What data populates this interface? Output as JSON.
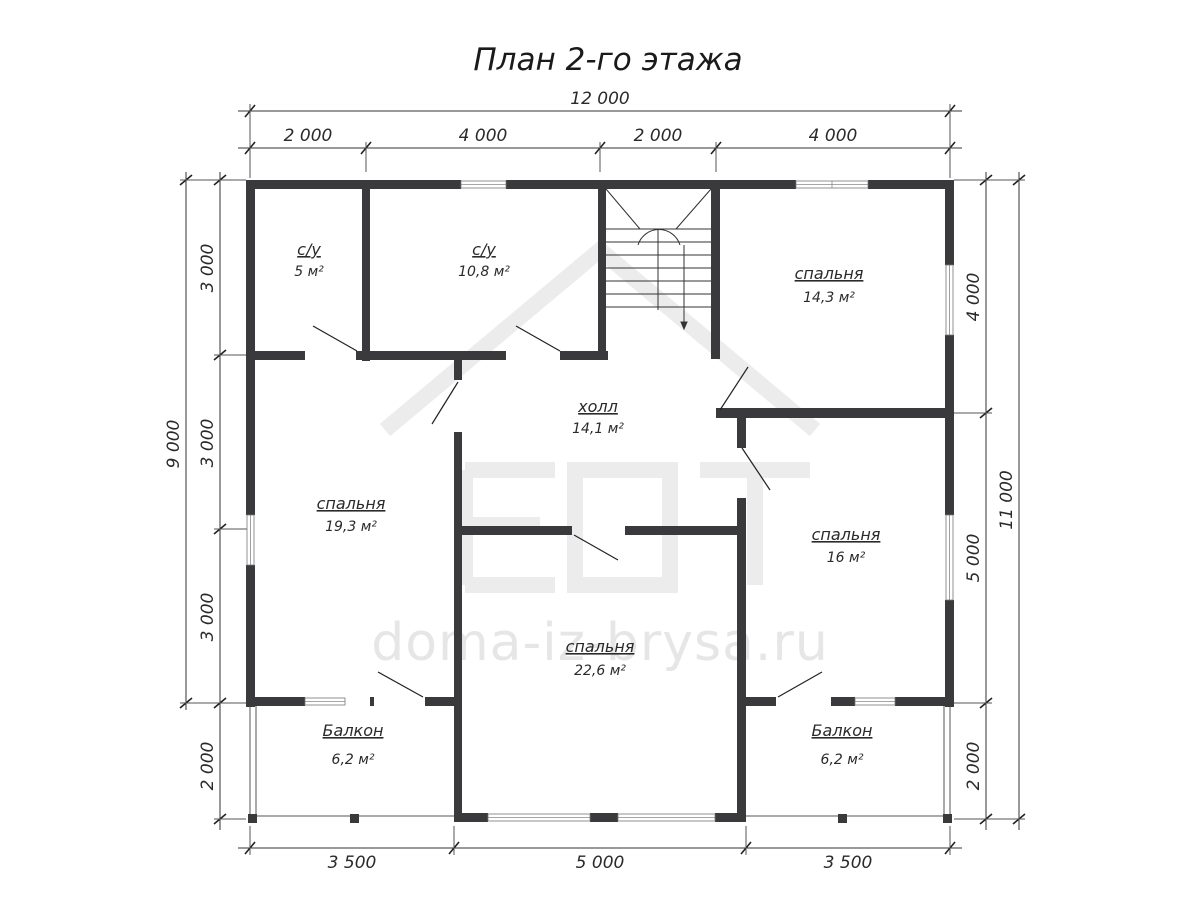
{
  "title": "План 2-го этажа",
  "dimensions": {
    "top_total": "12 000",
    "top_segments": [
      "2 000",
      "4 000",
      "2 000",
      "4 000"
    ],
    "bottom_segments": [
      "3 500",
      "5 000",
      "3 500"
    ],
    "left_total": "9 000",
    "left_segments": [
      "3 000",
      "3 000",
      "3 000",
      "2 000"
    ],
    "right_total": "11 000",
    "right_segments": [
      "4 000",
      "5 000",
      "2 000"
    ]
  },
  "rooms": [
    {
      "name": "с/у",
      "area": "5 м²"
    },
    {
      "name": "с/у",
      "area": "10,8 м²"
    },
    {
      "name": "спальня",
      "area": "14,3 м²"
    },
    {
      "name": "холл",
      "area": "14,1 м²"
    },
    {
      "name": "спальня",
      "area": "19,3 м²"
    },
    {
      "name": "спальня",
      "area": "16 м²"
    },
    {
      "name": "спальня",
      "area": "22,6 м²"
    },
    {
      "name": "Балкон",
      "area": "6,2 м²"
    },
    {
      "name": "Балкон",
      "area": "6,2 м²"
    }
  ],
  "watermark": "doma-iz-brysa.ru"
}
